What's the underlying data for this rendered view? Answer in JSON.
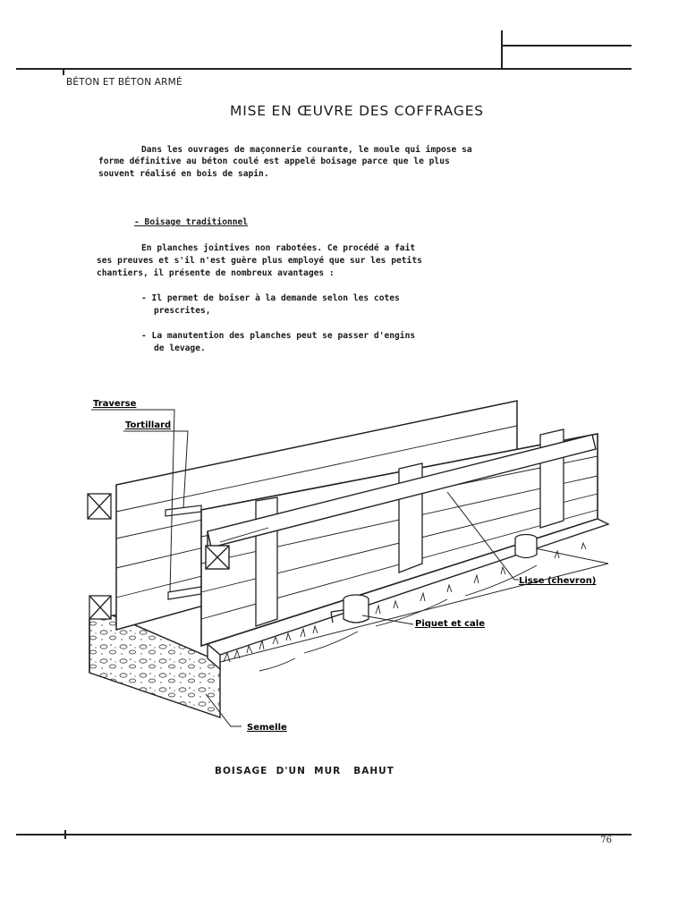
{
  "header": {
    "left_text": "BÉTON ET BÉTON ARMÉ"
  },
  "title": "MISE EN ŒUVRE DES  COFFRAGES",
  "intro": {
    "line1": "Dans les ouvrages de maçonnerie courante, le moule qui impose sa",
    "line2": "forme définitive au béton coulé est appelé boisage parce que le plus",
    "line3": "souvent réalisé en bois de sapin."
  },
  "section": {
    "heading": "- Boisage traditionnel",
    "para_line1": "En planches jointives non rabotées. Ce procédé a fait",
    "para_line2": "ses preuves et s'il n'est guère plus employé que sur les petits",
    "para_line3": "chantiers, il présente de nombreux avantages :",
    "bullet1_line1": "- Il permet de boiser à la demande selon les cotes",
    "bullet1_line2": "prescrites,",
    "bullet2_line1": "- La manutention des planches peut se passer d'engins",
    "bullet2_line2": "de levage."
  },
  "figure": {
    "labels": {
      "traverse": "Traverse",
      "tortillard": "Tortillard",
      "lisse": "Lisse (chevron)",
      "piquet": "Piquet et cale",
      "semelle": "Semelle"
    },
    "caption": "BOISAGE  D'UN  MUR   BAHUT"
  },
  "footer": {
    "page_number": "76"
  }
}
